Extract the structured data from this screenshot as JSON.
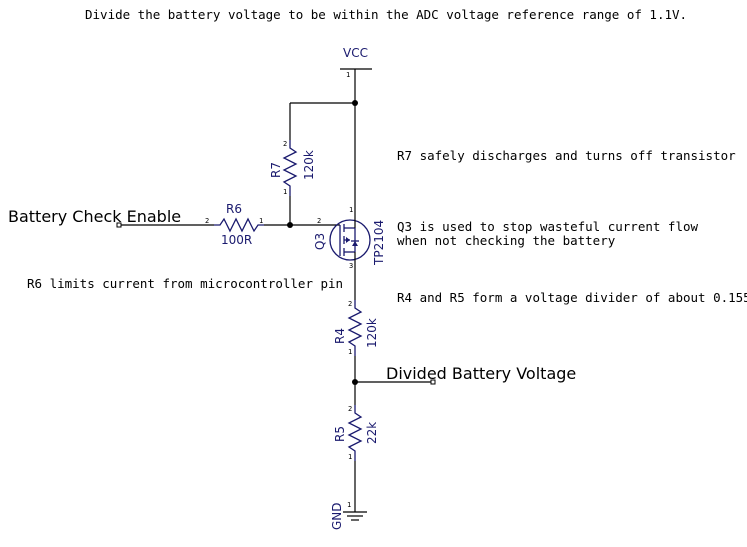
{
  "title_note": "Divide the battery voltage to be within the ADC voltage reference range of 1.1V.",
  "power": {
    "vcc_label": "VCC",
    "gnd_label": "GND"
  },
  "nets": {
    "battery_check_enable": "Battery Check Enable",
    "divided_battery_voltage": "Divided Battery Voltage"
  },
  "components": {
    "r6": {
      "ref": "R6",
      "value": "100R",
      "pin_left": "2",
      "pin_right": "1"
    },
    "r7": {
      "ref": "R7",
      "value": "120k",
      "pin_top": "2",
      "pin_bottom": "1"
    },
    "q3": {
      "ref": "Q3",
      "value": "TP2104",
      "pin_gate": "2",
      "pin_source": "1",
      "pin_drain": "3"
    },
    "r4": {
      "ref": "R4",
      "value": "120k",
      "pin_top": "2",
      "pin_bottom": "1"
    },
    "r5": {
      "ref": "R5",
      "value": "22k",
      "pin_top": "2",
      "pin_bottom": "1"
    },
    "vcc_pin": "1",
    "gnd_pin": "1"
  },
  "annotations": {
    "r7_note": "R7 safely discharges and turns off transistor",
    "q3_note_line1": "Q3 is used to stop wasteful current flow",
    "q3_note_line2": "when not checking the battery",
    "r6_note": "R6 limits current from microcontroller pin",
    "r4r5_note": "R4 and R5 form a voltage divider of about 0.155"
  },
  "colors": {
    "wire": "#000000",
    "component": "#1a1a6e",
    "background": "#ffffff"
  }
}
